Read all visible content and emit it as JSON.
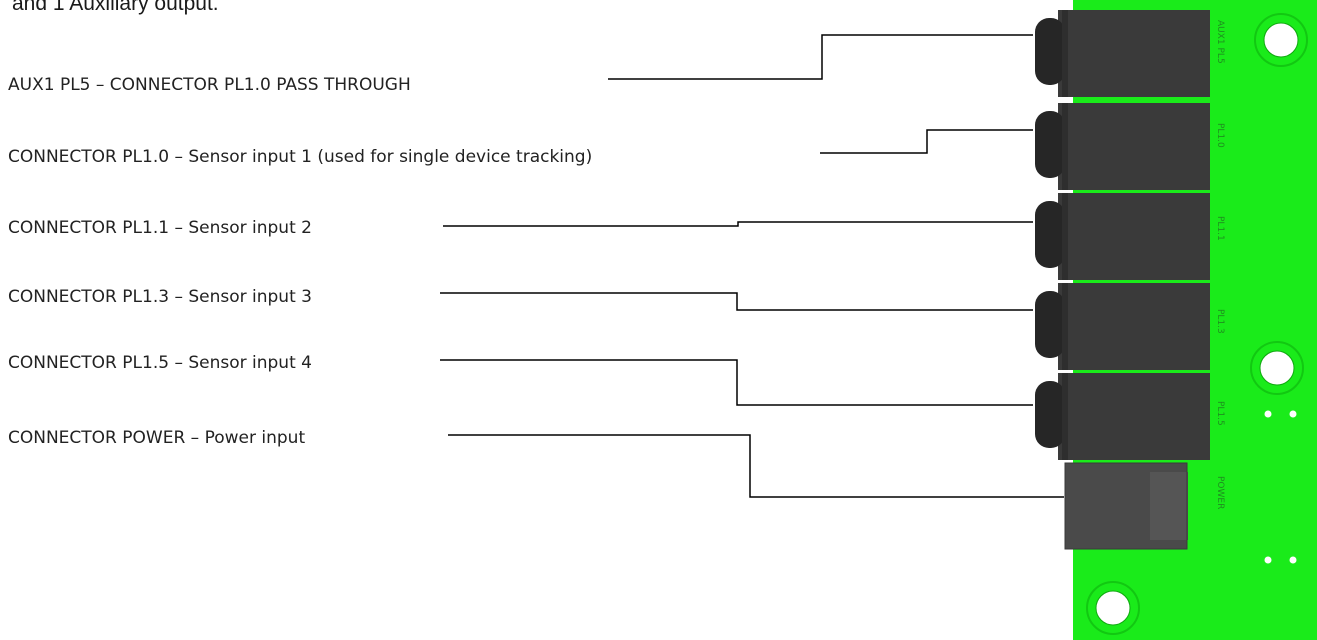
{
  "intro_text": "and 1 Auxiliary output.",
  "labels": [
    "AUX1 PL5 – CONNECTOR PL1.0 PASS THROUGH",
    "CONNECTOR PL1.0 – Sensor input 1 (used for single device tracking)",
    "CONNECTOR PL1.1 – Sensor input 2",
    "CONNECTOR PL1.3 – Sensor input 3",
    "CONNECTOR PL1.5 – Sensor input 4",
    "CONNECTOR POWER – Power input"
  ],
  "pcb_silkscreen": [
    "AUX1 PL5",
    "PL1.0",
    "PL1.1",
    "PL1.3",
    "PL1.5",
    "POWER"
  ],
  "colors": {
    "pcb": "#1aeb1a",
    "connector_body": "#3a3a3a",
    "connector_barrel": "#262626",
    "power_jack": "#4a4a4a",
    "leader_line": "#000000"
  }
}
